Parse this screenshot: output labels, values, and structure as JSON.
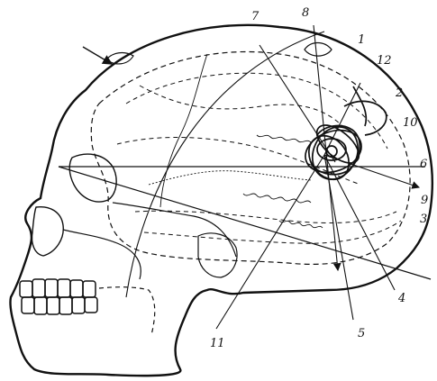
{
  "figure": {
    "labels": {
      "l1": "1",
      "l2": "2",
      "l3": "3",
      "l4": "4",
      "l5": "5",
      "l6": "6",
      "l7": "7",
      "l8": "8",
      "l9": "9",
      "l10": "10",
      "l11": "11",
      "l12": "12"
    },
    "colors": {
      "ink": "#111111",
      "paper": "#ffffff"
    }
  }
}
